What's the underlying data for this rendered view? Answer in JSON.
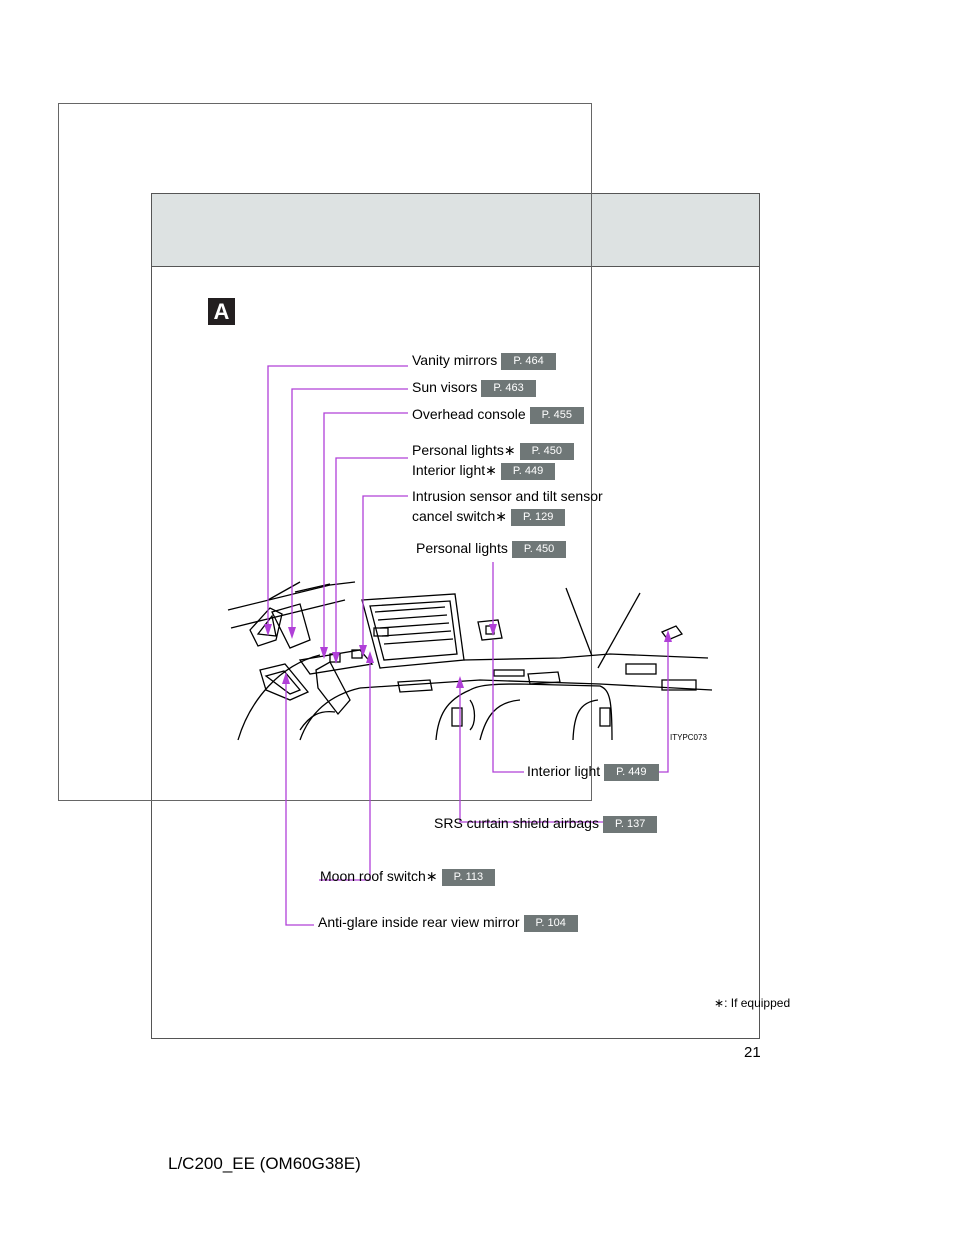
{
  "section_badge": "A",
  "callouts": {
    "vanity_mirrors": {
      "label": "Vanity mirrors",
      "page": "P. 464"
    },
    "sun_visors": {
      "label": "Sun visors",
      "page": "P. 463"
    },
    "overhead_console": {
      "label": "Overhead console",
      "page": "P. 455"
    },
    "personal_lights_opt": {
      "label": "Personal lights",
      "star": "∗",
      "page": "P. 450"
    },
    "interior_light_opt": {
      "label": "Interior light",
      "star": "∗",
      "page": "P. 449"
    },
    "intrusion_sensor": {
      "line1": "Intrusion sensor and tilt sensor",
      "line2": "cancel switch",
      "star": "∗",
      "page": "P. 129"
    },
    "personal_lights": {
      "label": "Personal lights",
      "page": "P. 450"
    },
    "interior_light": {
      "label": "Interior light",
      "page": "P. 449"
    },
    "srs_airbags": {
      "label": "SRS curtain shield airbags",
      "page": "P. 137"
    },
    "moon_roof_switch": {
      "label": "Moon roof switch",
      "star": "∗",
      "page": "P. 113"
    },
    "anti_glare_mirror": {
      "label": "Anti-glare inside rear view mirror",
      "page": "P. 104"
    }
  },
  "image_code": "ITYPC073",
  "footnote": {
    "star": "∗",
    "text": ": If equipped"
  },
  "page_number": "21",
  "doc_reference": "L/C200_EE (OM60G38E)",
  "colors": {
    "leader": "#b040d8",
    "page_chip": "#6f7777",
    "header_band": "#dde2e2"
  }
}
